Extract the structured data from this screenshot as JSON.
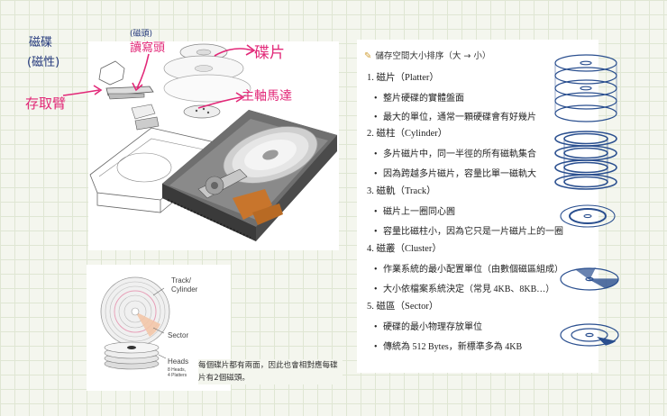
{
  "annotations": {
    "magnetic_line1": "磁碟",
    "magnetic_line2": "(磁性)",
    "head_small": "(磁頭)",
    "head_main": "讀寫頭",
    "platter": "碟片",
    "spindle": "主軸馬達",
    "arm": "存取臂"
  },
  "notes": {
    "title_icon": "pencil-icon",
    "title": "儲存空間大小排序（大 → 小）",
    "sections": [
      {
        "label": "1.  磁片（Platter）",
        "bullets": [
          "整片硬碟的實體盤面",
          "最大的單位，通常一顆硬碟會有好幾片"
        ]
      },
      {
        "label": "2.  磁柱（Cylinder）",
        "bullets": [
          "多片磁片中，同一半徑的所有磁軌集合",
          "因為跨越多片磁片，容量比單一磁軌大"
        ]
      },
      {
        "label": "3.  磁軌（Track）",
        "bullets": [
          "磁片上一圈同心圓",
          "容量比磁柱小，因為它只是一片磁片上的一圈"
        ]
      },
      {
        "label": "4.  磁叢（Cluster）",
        "bullets": [
          "作業系統的最小配置單位（由數個磁區組成）",
          "大小依檔案系統決定（常見 4KB、8KB…）"
        ]
      },
      {
        "label": "5.  磁區（Sector）",
        "bullets": [
          "硬碟的最小物理存放單位",
          "傳統為 512 Bytes，新標準多為 4KB"
        ]
      }
    ]
  },
  "diagram": {
    "track_label_line1": "Track/",
    "track_label_line2": "Cylinder",
    "sector_label": "Sector",
    "heads_label": "Heads",
    "heads_sub1": "8 Heads,",
    "heads_sub2": "4 Platters"
  },
  "caption": "每個碟片都有兩面，因此也會相對應每碟片有2個磁頭。",
  "colors": {
    "ink_navy": "#20357a",
    "ink_pink": "#e22878",
    "sketch_blue": "#2a4f8f"
  }
}
